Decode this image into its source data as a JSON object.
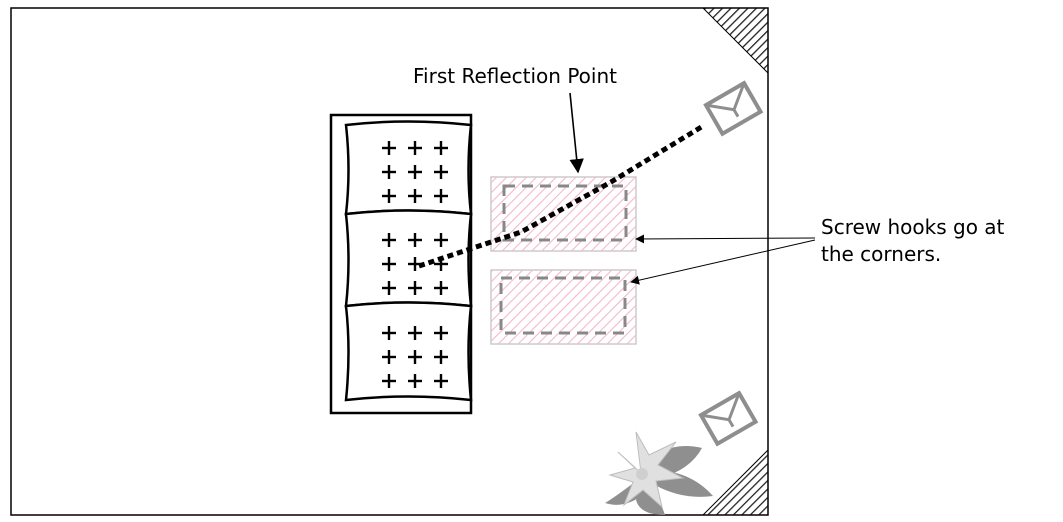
{
  "labels": {
    "reflection": "First Reflection Point",
    "screw_line1": "Screw hooks go at",
    "screw_line2": "the corners."
  },
  "colors": {
    "outline": "#000000",
    "dashed_box": "#888888",
    "hatch_pink": "#f4b8cf",
    "speaker": "#8e8e8e",
    "plant_light": "#dcdcdc",
    "plant_dark": "#888888",
    "corner_hatch": "#222222"
  },
  "icons": {
    "couch": "couch-icon",
    "speaker": "speaker-icon",
    "plant": "plant-icon",
    "corner_trap": "bass-trap-icon"
  }
}
